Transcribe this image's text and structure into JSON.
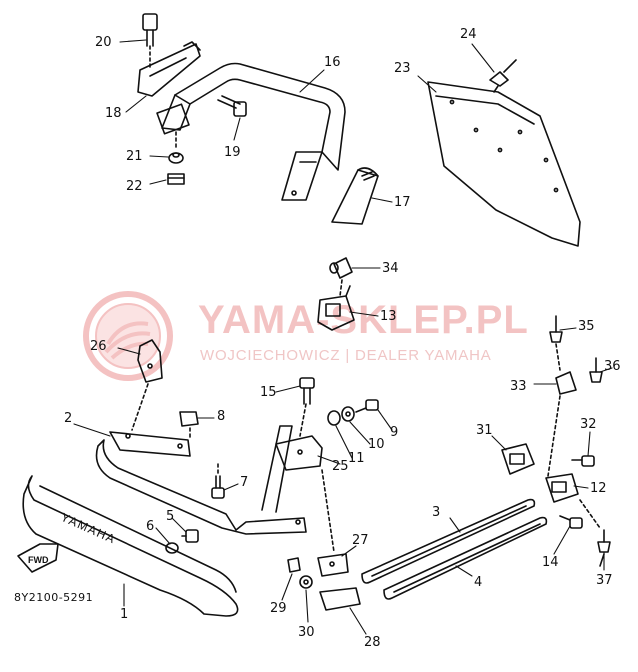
{
  "watermark": {
    "title": "YAMA-SKLEP.PL",
    "subtitle": "WOJCIECHOWICZ | DEALER YAMAHA"
  },
  "diagram": {
    "part_code": "8Y2100-5291",
    "fwd_label": "FWD",
    "bumper_lettering": "YAMAHA",
    "callouts": [
      {
        "id": "c1",
        "label": "1"
      },
      {
        "id": "c2",
        "label": "2"
      },
      {
        "id": "c3",
        "label": "3"
      },
      {
        "id": "c4",
        "label": "4"
      },
      {
        "id": "c5",
        "label": "5"
      },
      {
        "id": "c6",
        "label": "6"
      },
      {
        "id": "c7",
        "label": "7"
      },
      {
        "id": "c8",
        "label": "8"
      },
      {
        "id": "c9",
        "label": "9"
      },
      {
        "id": "c10",
        "label": "10"
      },
      {
        "id": "c11",
        "label": "11"
      },
      {
        "id": "c12",
        "label": "12"
      },
      {
        "id": "c13",
        "label": "13"
      },
      {
        "id": "c14",
        "label": "14"
      },
      {
        "id": "c15",
        "label": "15"
      },
      {
        "id": "c16",
        "label": "16"
      },
      {
        "id": "c17",
        "label": "17"
      },
      {
        "id": "c18",
        "label": "18"
      },
      {
        "id": "c19",
        "label": "19"
      },
      {
        "id": "c20",
        "label": "20"
      },
      {
        "id": "c21",
        "label": "21"
      },
      {
        "id": "c22",
        "label": "22"
      },
      {
        "id": "c23",
        "label": "23"
      },
      {
        "id": "c24",
        "label": "24"
      },
      {
        "id": "c25",
        "label": "25"
      },
      {
        "id": "c26",
        "label": "26"
      },
      {
        "id": "c27",
        "label": "27"
      },
      {
        "id": "c28",
        "label": "28"
      },
      {
        "id": "c29",
        "label": "29"
      },
      {
        "id": "c30",
        "label": "30"
      },
      {
        "id": "c31",
        "label": "31"
      },
      {
        "id": "c32",
        "label": "32"
      },
      {
        "id": "c33",
        "label": "33"
      },
      {
        "id": "c34",
        "label": "34"
      },
      {
        "id": "c35",
        "label": "35"
      },
      {
        "id": "c36",
        "label": "36"
      },
      {
        "id": "c37",
        "label": "37"
      }
    ]
  }
}
